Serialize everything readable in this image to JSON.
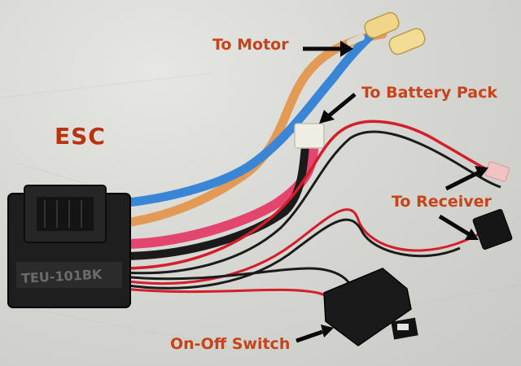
{
  "labels": {
    "esc": "ESC",
    "motor": "To Motor",
    "battery": "To Battery Pack",
    "receiver": "To Receiver",
    "switch": "On-Off Switch"
  },
  "device_marking": "TEU-101BK",
  "colors": {
    "label_text": "#c8431a",
    "esc_title": "#b8340f",
    "wire_blue": "#3a86d6",
    "wire_orange": "#e39a55",
    "wire_pink": "#e2466f",
    "wire_red": "#d21f2a",
    "wire_black": "#1b1b1b",
    "case": "#202020",
    "arrow": "#0a0a0a"
  }
}
